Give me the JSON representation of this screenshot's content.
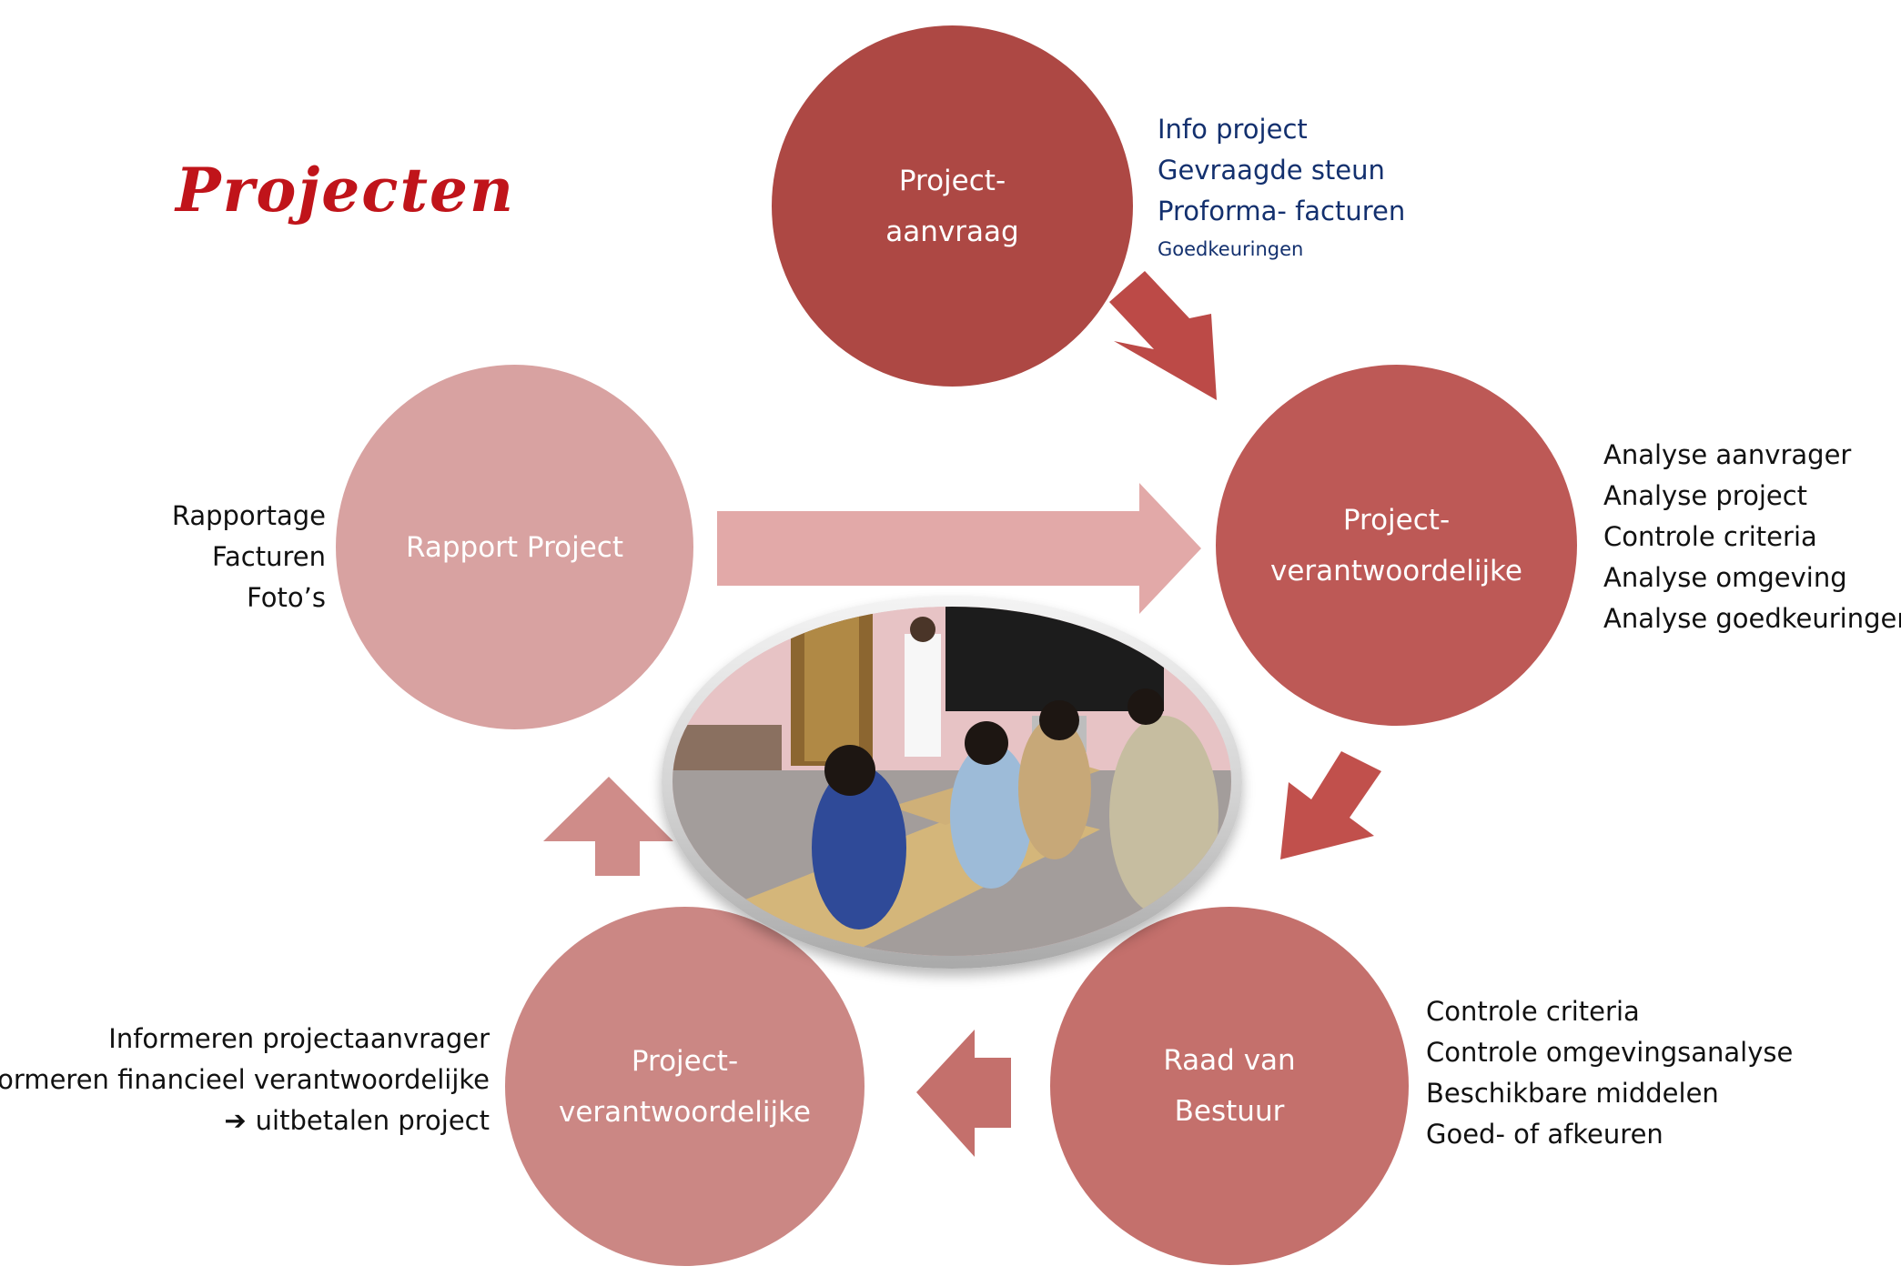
{
  "title": "Projecten",
  "colors": {
    "title": "#c0141a",
    "step1": "#ad4844",
    "step2": "#bd5956",
    "step3": "#c4706c",
    "step4": "#cb8784",
    "step5": "#d8a2a1",
    "blue_text": "#13306e"
  },
  "steps": [
    {
      "line1": "Project-",
      "line2": "aanvraag"
    },
    {
      "line1": "Project-",
      "line2": "verantwoordelijke"
    },
    {
      "line1": "Raad van",
      "line2": "Bestuur"
    },
    {
      "line1": "Project-",
      "line2": "verantwoordelijke"
    },
    {
      "line1": "Rapport Project"
    }
  ],
  "aanvraag_items": [
    "Info project",
    "Gevraagde steun",
    "Proforma- facturen",
    "Goedkeuringen"
  ],
  "analyse_items": [
    "Analyse aanvrager",
    "Analyse project",
    "Controle criteria",
    "Analyse omgeving",
    "Analyse goedkeuringen"
  ],
  "raad_items": [
    "Controle criteria",
    "Controle omgevingsanalyse",
    "Beschikbare middelen",
    "Goed- of afkeuren"
  ],
  "info_items": [
    "Informeren projectaanvrager",
    "Informeren financieel verantwoordelijke",
    "uitbetalen project"
  ],
  "info_arrow_icon": "right-arrow-icon",
  "rapport_items": [
    "Rapportage",
    "Facturen",
    "Foto’s"
  ],
  "photo_icon": "classroom-photo"
}
